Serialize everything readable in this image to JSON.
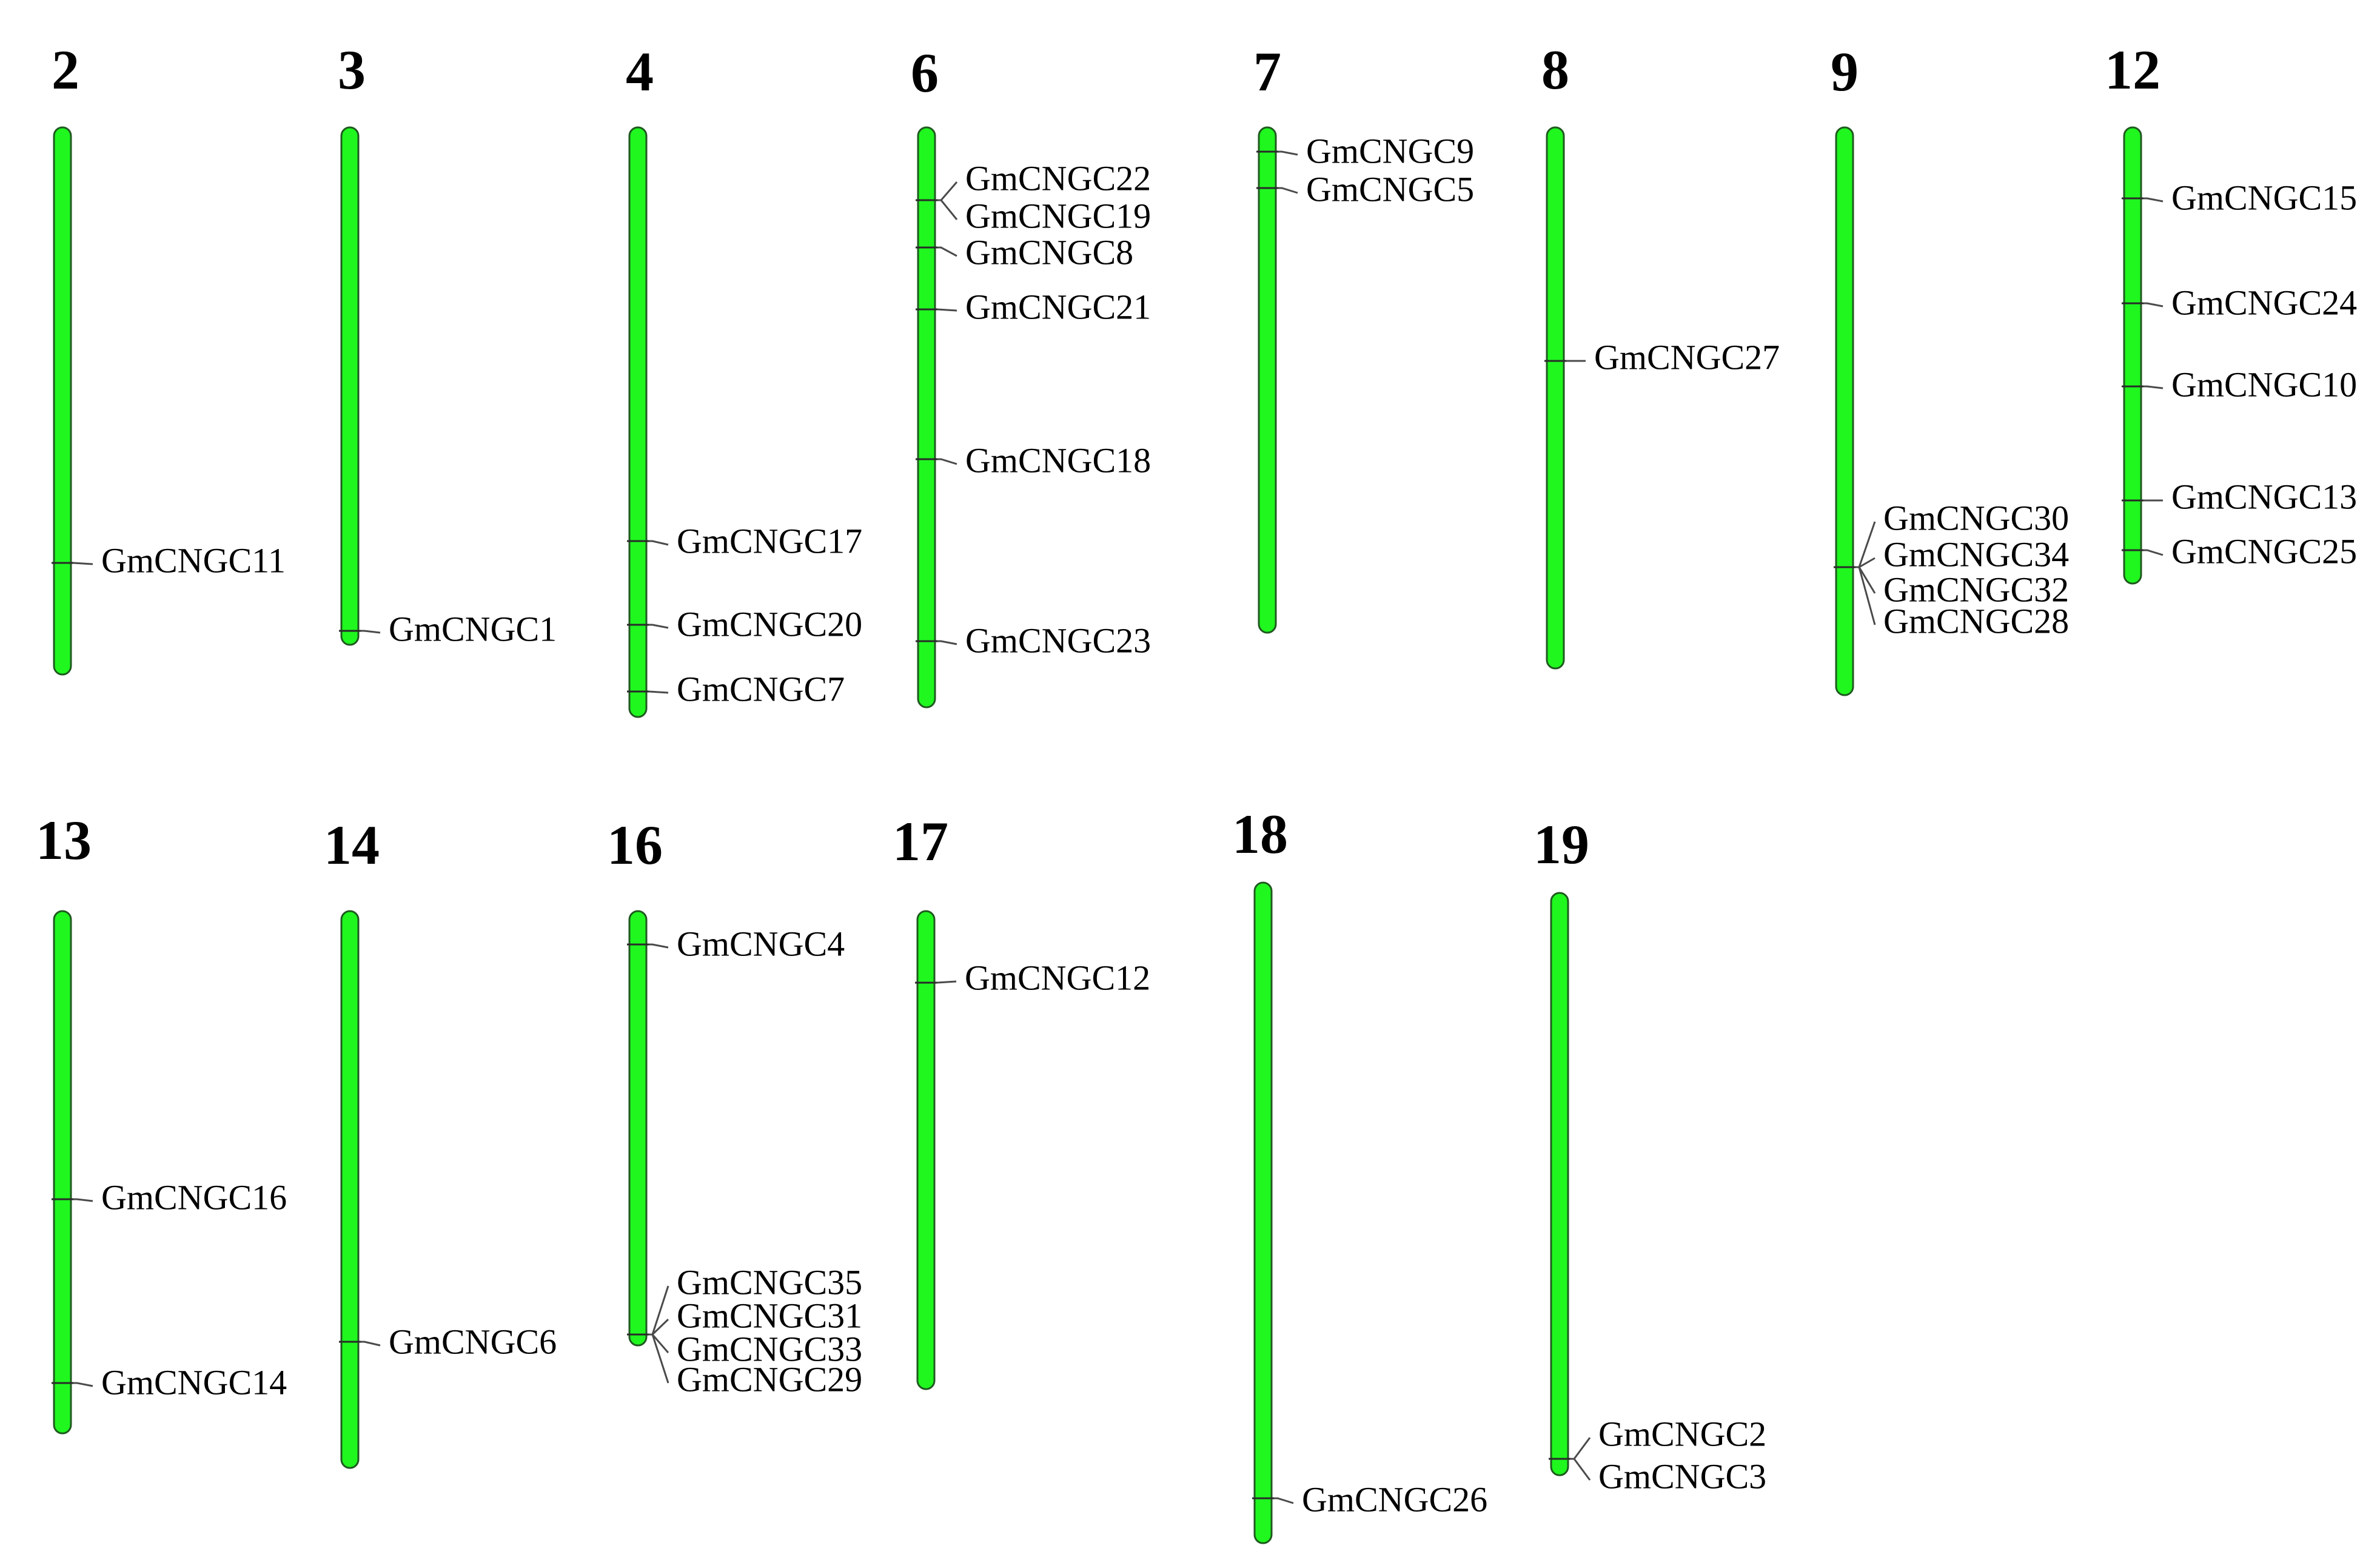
{
  "colors": {
    "chromosome_fill": "#1ff71f",
    "chromosome_stroke": "#1f5a1f",
    "marker": "#2a2a2a"
  },
  "chromosomes": [
    {
      "name": "2",
      "genes": [
        "GmCNGC11"
      ]
    },
    {
      "name": "3",
      "genes": [
        "GmCNGC1"
      ]
    },
    {
      "name": "4",
      "genes": [
        "GmCNGC17",
        "GmCNGC20",
        "GmCNGC7"
      ]
    },
    {
      "name": "6",
      "genes": [
        "GmCNGC22",
        "GmCNGC19",
        "GmCNGC8",
        "GmCNGC21",
        "GmCNGC18",
        "GmCNGC23"
      ]
    },
    {
      "name": "7",
      "genes": [
        "GmCNGC9",
        "GmCNGC5"
      ]
    },
    {
      "name": "8",
      "genes": [
        "GmCNGC27"
      ]
    },
    {
      "name": "9",
      "genes": [
        "GmCNGC30",
        "GmCNGC34",
        "GmCNGC32",
        "GmCNGC28"
      ]
    },
    {
      "name": "12",
      "genes": [
        "GmCNGC15",
        "GmCNGC24",
        "GmCNGC10",
        "GmCNGC13",
        "GmCNGC25"
      ]
    },
    {
      "name": "13",
      "genes": [
        "GmCNGC16",
        "GmCNGC14"
      ]
    },
    {
      "name": "14",
      "genes": [
        "GmCNGC6"
      ]
    },
    {
      "name": "16",
      "genes": [
        "GmCNGC4",
        "GmCNGC35",
        "GmCNGC31",
        "GmCNGC33",
        "GmCNGC29"
      ]
    },
    {
      "name": "17",
      "genes": [
        "GmCNGC12"
      ]
    },
    {
      "name": "18",
      "genes": [
        "GmCNGC26"
      ]
    },
    {
      "name": "19",
      "genes": [
        "GmCNGC2",
        "GmCNGC3"
      ]
    }
  ]
}
